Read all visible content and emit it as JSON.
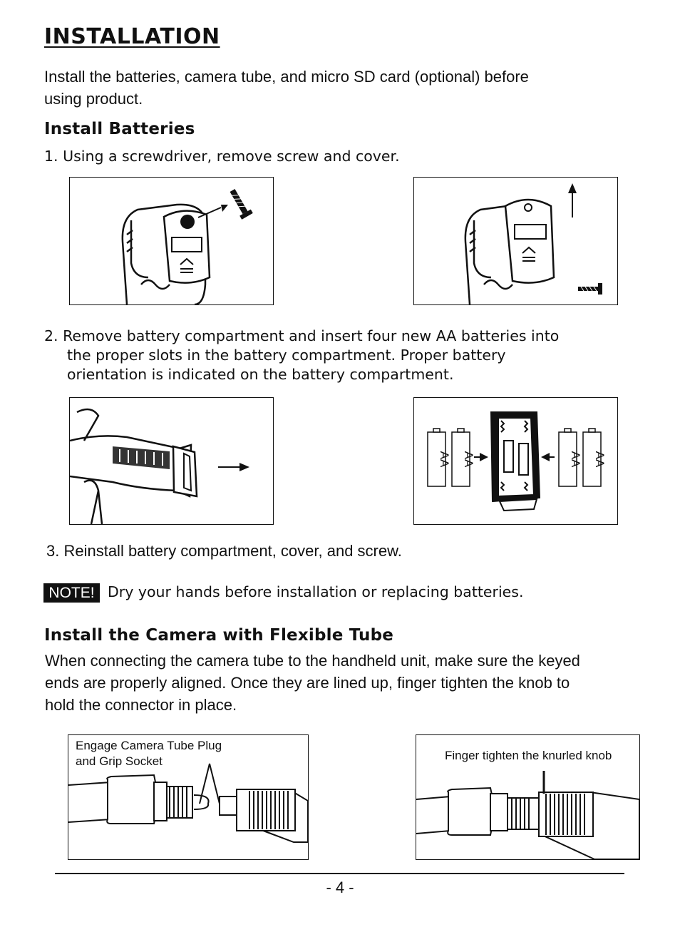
{
  "title": "INSTALLATION",
  "intro": "Install the batteries, camera tube, and micro SD card (optional) before using product.",
  "batteries": {
    "heading": "Install Batteries",
    "step1": "1. Using a screwdriver, remove screw and cover.",
    "step2_line1": "2. Remove battery compartment and insert four new AA batteries into",
    "step2_line2": "the proper slots in the battery compartment. Proper battery",
    "step2_line3": "orientation is indicated on the battery compartment.",
    "step3": "3. Reinstall battery compartment, cover, and screw.",
    "battery_label": "AA"
  },
  "note": {
    "badge": "NOTE!",
    "text": "Dry your hands before installation or replacing batteries."
  },
  "camera": {
    "heading": "Install the Camera with Flexible Tube",
    "text_line1": "When connecting the camera tube to the handheld unit, make sure the keyed",
    "text_line2": "ends are properly aligned. Once they are lined up, finger tighten the knob to",
    "text_line3": "hold the connector in place.",
    "callout1_line1": "Engage Camera Tube Plug",
    "callout1_line2": "and Grip Socket",
    "callout2": "Finger tighten the knurled knob"
  },
  "footer": {
    "page": "- 4 -"
  }
}
